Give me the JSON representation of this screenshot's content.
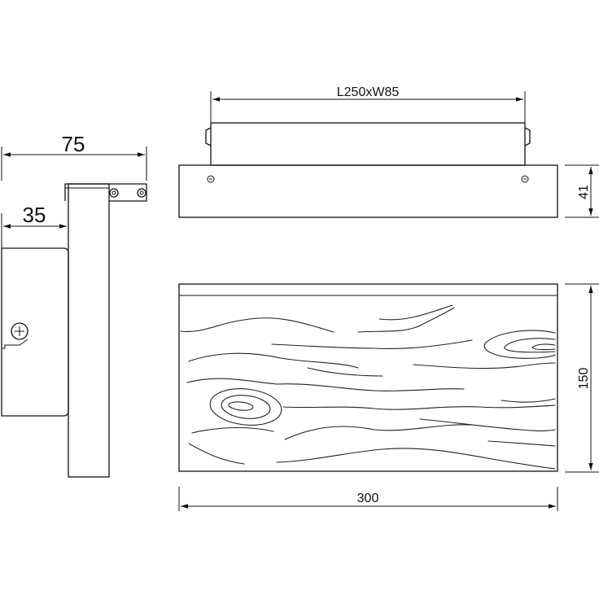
{
  "drawing": {
    "side_view": {
      "dim_depth_total": "75",
      "dim_depth_base": "35"
    },
    "top_view": {
      "dim_bracket": "L250xW85",
      "dim_height": "41"
    },
    "front_view": {
      "dim_width": "300",
      "dim_height": "150"
    }
  }
}
